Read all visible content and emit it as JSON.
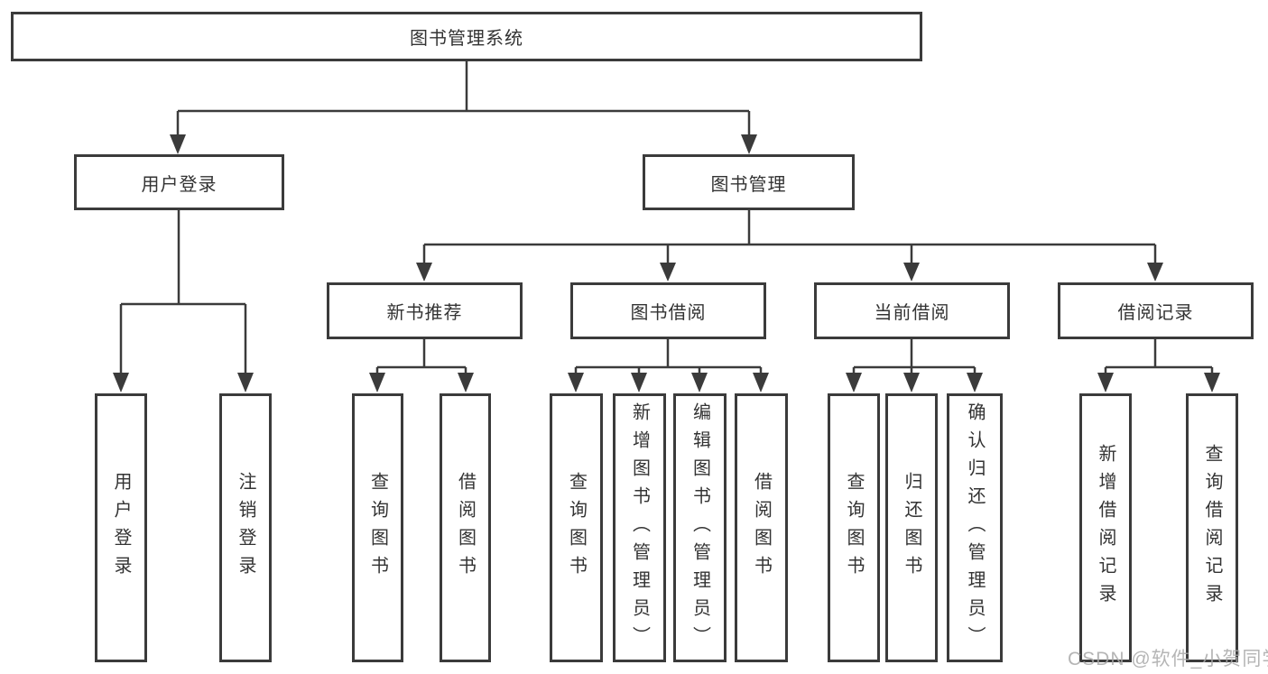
{
  "tree": {
    "label": "图书管理系统",
    "children": [
      {
        "label": "用户登录",
        "children": [
          {
            "label": "用户登录"
          },
          {
            "label": "注销登录"
          }
        ]
      },
      {
        "label": "图书管理",
        "children": [
          {
            "label": "新书推荐",
            "children": [
              {
                "label": "查询图书"
              },
              {
                "label": "借阅图书"
              }
            ]
          },
          {
            "label": "图书借阅",
            "children": [
              {
                "label": "查询图书"
              },
              {
                "label": "新增图书（管理员）"
              },
              {
                "label": "编辑图书（管理员）"
              },
              {
                "label": "借阅图书"
              }
            ]
          },
          {
            "label": "当前借阅",
            "children": [
              {
                "label": "查询图书"
              },
              {
                "label": "归还图书"
              },
              {
                "label": "确认归还（管理员）"
              }
            ]
          },
          {
            "label": "借阅记录",
            "children": [
              {
                "label": "新增借阅记录"
              },
              {
                "label": "查询借阅记录"
              }
            ]
          }
        ]
      }
    ]
  },
  "colors": {
    "line": "#3b3b3b",
    "text": "#333333",
    "watermark": "#a9a9a9"
  },
  "watermark": {
    "text": "CSDN @软件_小贺同学"
  }
}
